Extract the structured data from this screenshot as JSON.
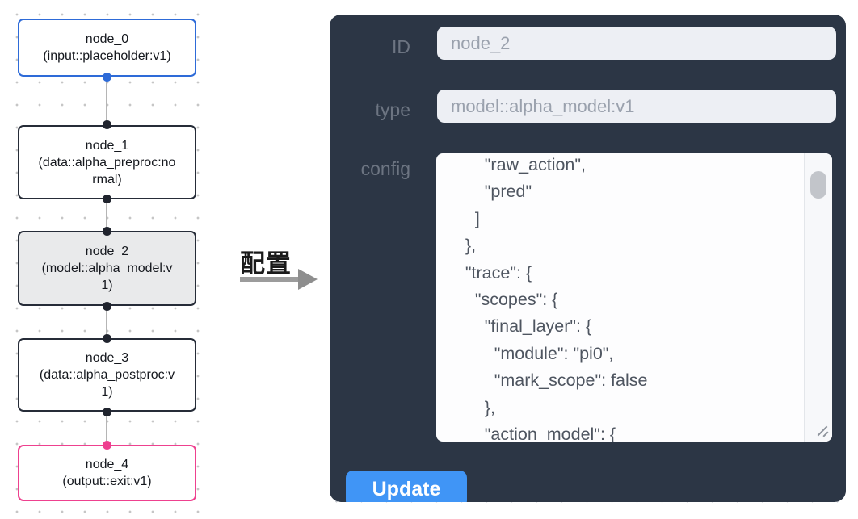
{
  "flow": {
    "nodes": [
      {
        "title": "node_0",
        "subtitle": "(input::placeholder:v1)"
      },
      {
        "title": "node_1",
        "subtitle": "(data::alpha_preproc:normal)"
      },
      {
        "title": "node_2",
        "subtitle": "(model::alpha_model:v1)"
      },
      {
        "title": "node_3",
        "subtitle": "(data::alpha_postproc:v1)"
      },
      {
        "title": "node_4",
        "subtitle": "(output::exit:v1)"
      }
    ]
  },
  "transition": {
    "label": "配置"
  },
  "panel": {
    "id_field": {
      "label": "ID",
      "value": "node_2"
    },
    "type_field": {
      "label": "type",
      "value": "model::alpha_model:v1"
    },
    "config_field": {
      "label": "config",
      "value": "        \"raw_action\",\n        \"pred\"\n      ]\n    },\n    \"trace\": {\n      \"scopes\": {\n        \"final_layer\": {\n          \"module\": \"pi0\",\n          \"mark_scope\": false\n        },\n        \"action_model\": {"
    },
    "update_button": "Update"
  },
  "colors": {
    "panel_bg": "#2c3645",
    "button_blue": "#4095f6",
    "input_node_border": "#2e6bd8",
    "output_node_border": "#ee418f",
    "default_node_border": "#262c38",
    "selected_node_bg": "#e9eaeb",
    "field_bg": "#edeff4",
    "field_text": "#9aa1ad",
    "label_text": "#6d7582",
    "code_text": "#4e5560"
  }
}
